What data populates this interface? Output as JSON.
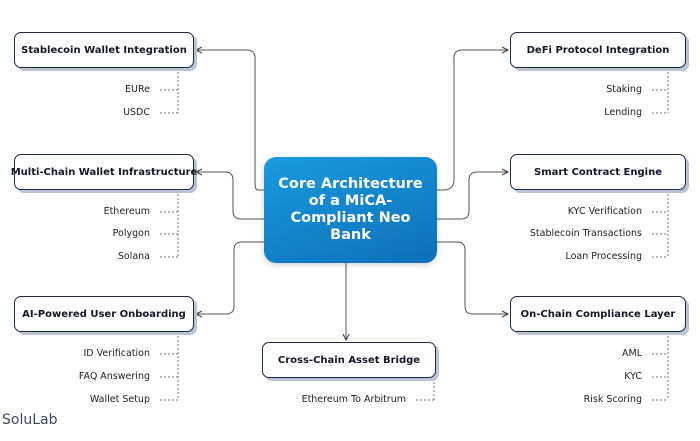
{
  "center_title": "Core Architecture of a MiCA-Compliant Neo Bank",
  "brand": "SoluLab",
  "nodes": {
    "stablecoin": {
      "title": "Stablecoin Wallet Integration",
      "items": [
        "EURe",
        "USDC"
      ]
    },
    "multichain": {
      "title": "Multi-Chain Wallet Infrastructure",
      "items": [
        "Ethereum",
        "Polygon",
        "Solana"
      ]
    },
    "onboarding": {
      "title": "AI-Powered User Onboarding",
      "items": [
        "ID Verification",
        "FAQ Answering",
        "Wallet Setup"
      ]
    },
    "bridge": {
      "title": "Cross-Chain Asset Bridge",
      "items": [
        "Ethereum To Arbitrum"
      ]
    },
    "defi": {
      "title": "DeFi Protocol Integration",
      "items": [
        "Staking",
        "Lending"
      ]
    },
    "smartcontract": {
      "title": "Smart Contract Engine",
      "items": [
        "KYC Verification",
        "Stablecoin Transactions",
        "Loan Processing"
      ]
    },
    "compliance": {
      "title": "On-Chain Compliance Layer",
      "items": [
        "AML",
        "KYC",
        "Risk Scoring"
      ]
    }
  },
  "colors": {
    "center_start": "#1a9be0",
    "center_end": "#0d6fb8",
    "border": "#1e2a45",
    "shadow": "#b9c3d3",
    "line": "#555555"
  }
}
